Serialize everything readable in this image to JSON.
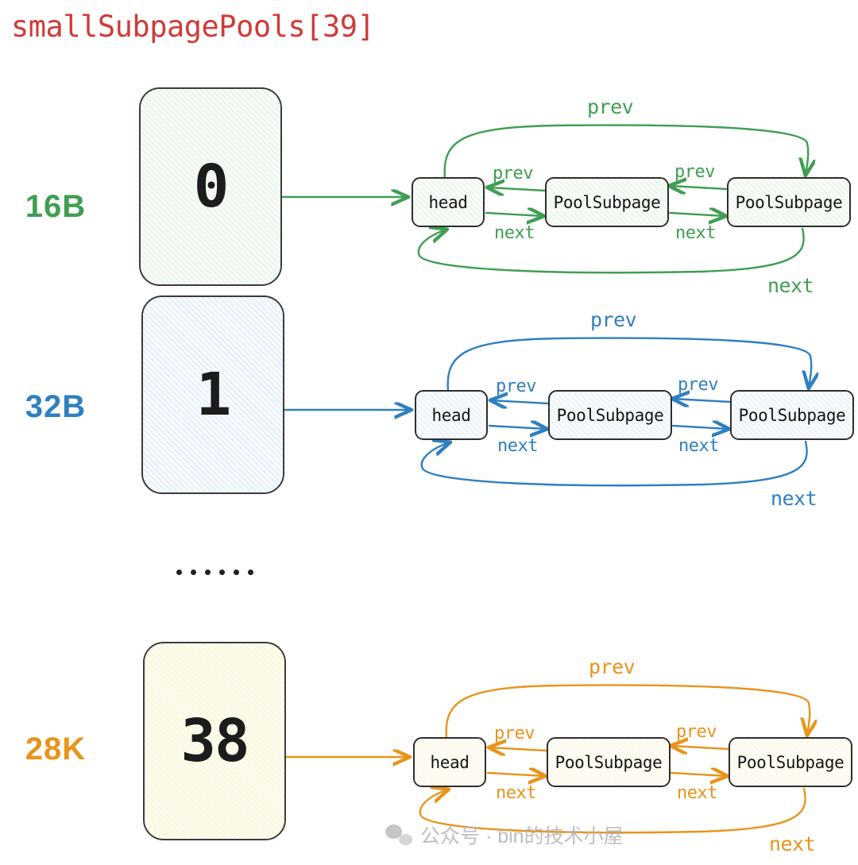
{
  "title": "smallSubpagePools[39]",
  "colors": {
    "title": "#cf3b38",
    "green": "#3f9e52",
    "blue": "#2f7fc0",
    "orange": "#e8941a",
    "node_border": "#2e2e2e",
    "card_border": "#3b3b3b"
  },
  "rows": [
    {
      "size_label": "16B",
      "index": "0",
      "color": "#3f9e52",
      "card_fill": "#ecf7ec",
      "node_fill": "#eef7ee",
      "nodes": [
        {
          "label": "head"
        },
        {
          "label": "PoolSubpage"
        },
        {
          "label": "PoolSubpage"
        }
      ],
      "edges": {
        "outer_prev": "prev",
        "outer_next": "next",
        "prev_1": "prev",
        "next_1": "next",
        "prev_2": "prev",
        "next_2": "next"
      }
    },
    {
      "size_label": "32B",
      "index": "1",
      "color": "#2f7fc0",
      "card_fill": "#eaf2fa",
      "node_fill": "#eef4fa",
      "nodes": [
        {
          "label": "head"
        },
        {
          "label": "PoolSubpage"
        },
        {
          "label": "PoolSubpage"
        }
      ],
      "edges": {
        "outer_prev": "prev",
        "outer_next": "next",
        "prev_1": "prev",
        "next_1": "next",
        "prev_2": "prev",
        "next_2": "next"
      }
    },
    {
      "size_label": "28K",
      "index": "38",
      "color": "#e8941a",
      "card_fill": "#fbf8dd",
      "node_fill": "#fdfaea",
      "nodes": [
        {
          "label": "head"
        },
        {
          "label": "PoolSubpage"
        },
        {
          "label": "PoolSubpage"
        }
      ],
      "edges": {
        "outer_prev": "prev",
        "outer_next": "next",
        "prev_1": "prev",
        "next_1": "next",
        "prev_2": "prev",
        "next_2": "next"
      }
    }
  ],
  "ellipsis": {
    "dot_count": 6
  },
  "watermark": {
    "text": "公众号 · bin的技术小屋",
    "icon": "wechat-icon"
  }
}
